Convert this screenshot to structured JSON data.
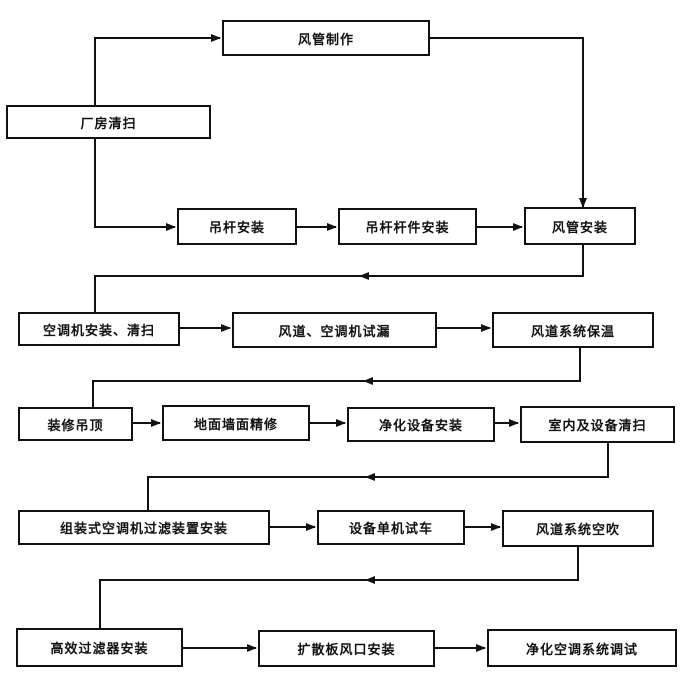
{
  "nodes": {
    "duct_making": "风管制作",
    "plant_cleaning": "厂房清扫",
    "hanger_install": "吊杆安装",
    "hanger_parts_install": "吊杆杆件安装",
    "duct_install": "风管安装",
    "ac_install_clean": "空调机安装、清扫",
    "duct_ac_leak_test": "风道、空调机试漏",
    "duct_insulation": "风道系统保温",
    "ceiling_finish": "装修吊顶",
    "floor_wall_finish": "地面墙面精修",
    "purify_equip_install": "净化设备安装",
    "room_equip_clean": "室内及设备清扫",
    "ahu_filter_install": "组装式空调机过滤装置安装",
    "single_unit_test": "设备单机试车",
    "duct_blowing": "风道系统空吹",
    "hepa_install": "高效过滤器安装",
    "diffuser_install": "扩散板风口安装",
    "purify_ac_debug": "净化空调系统调试"
  }
}
